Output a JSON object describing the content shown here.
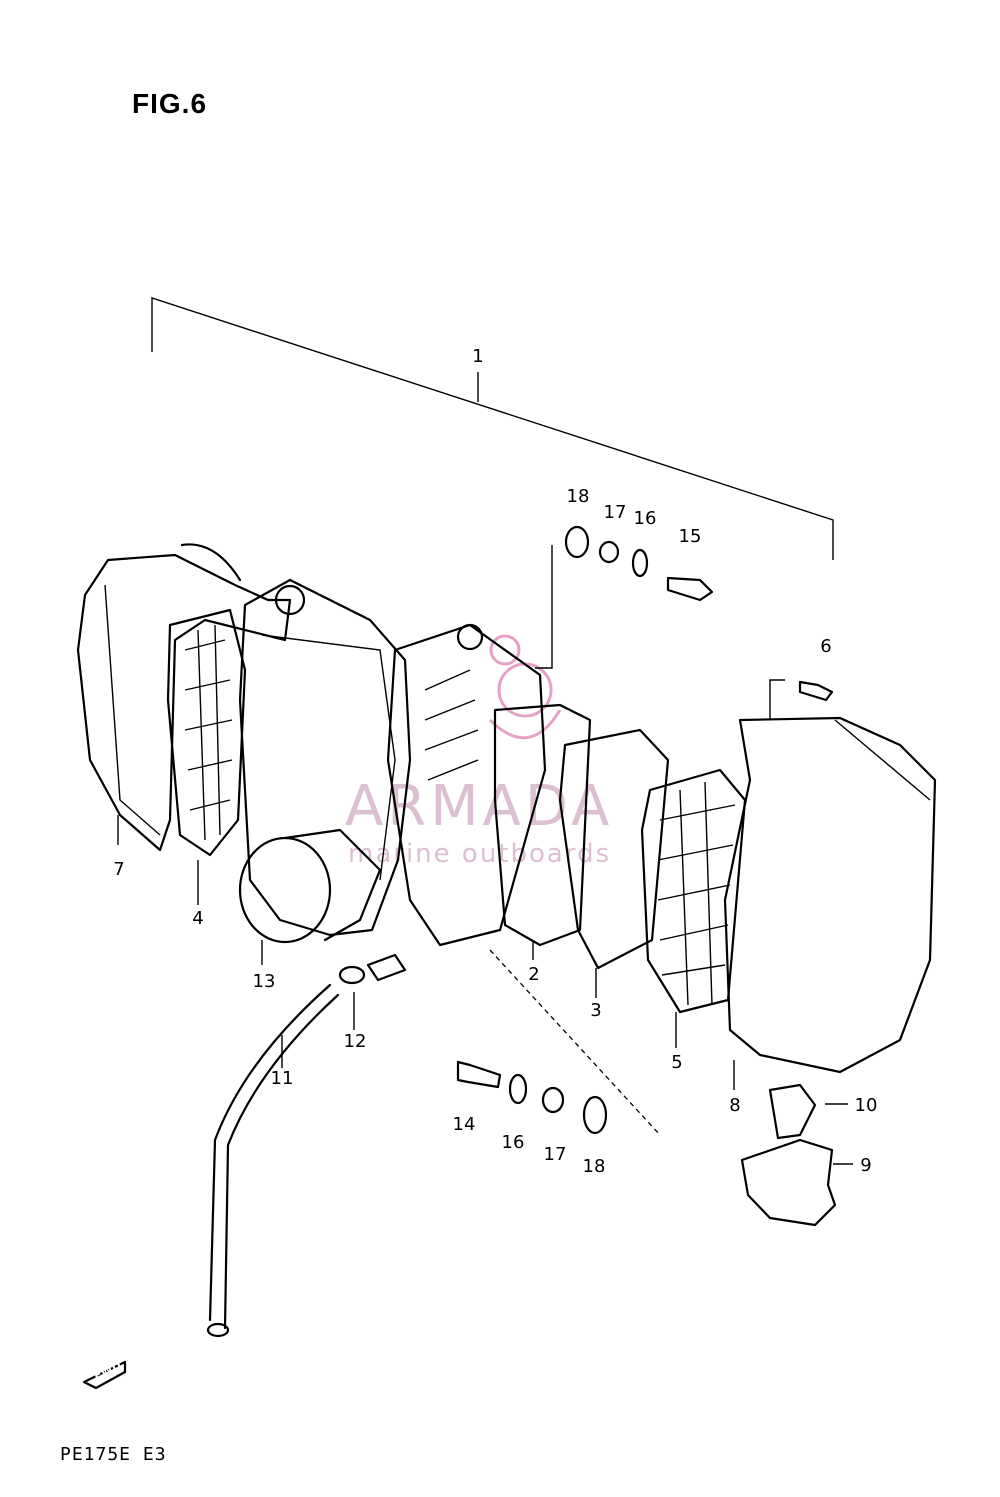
{
  "figure_title": "FIG.6",
  "footer_code": "PE175E E3",
  "fwd_label": "FWD",
  "watermark": {
    "name": "ARMADA",
    "tagline": "marine outboards",
    "color": "#d6b4c8"
  },
  "part_labels": {
    "p1": "1",
    "p2": "2",
    "p3": "3",
    "p4": "4",
    "p5": "5",
    "p6": "6",
    "p7": "7",
    "p8": "8",
    "p9": "9",
    "p10": "10",
    "p11": "11",
    "p12": "12",
    "p13": "13",
    "p14": "14",
    "p15": "15",
    "p16a": "16",
    "p16b": "16",
    "p17a": "17",
    "p17b": "17",
    "p18a": "18",
    "p18b": "18"
  }
}
